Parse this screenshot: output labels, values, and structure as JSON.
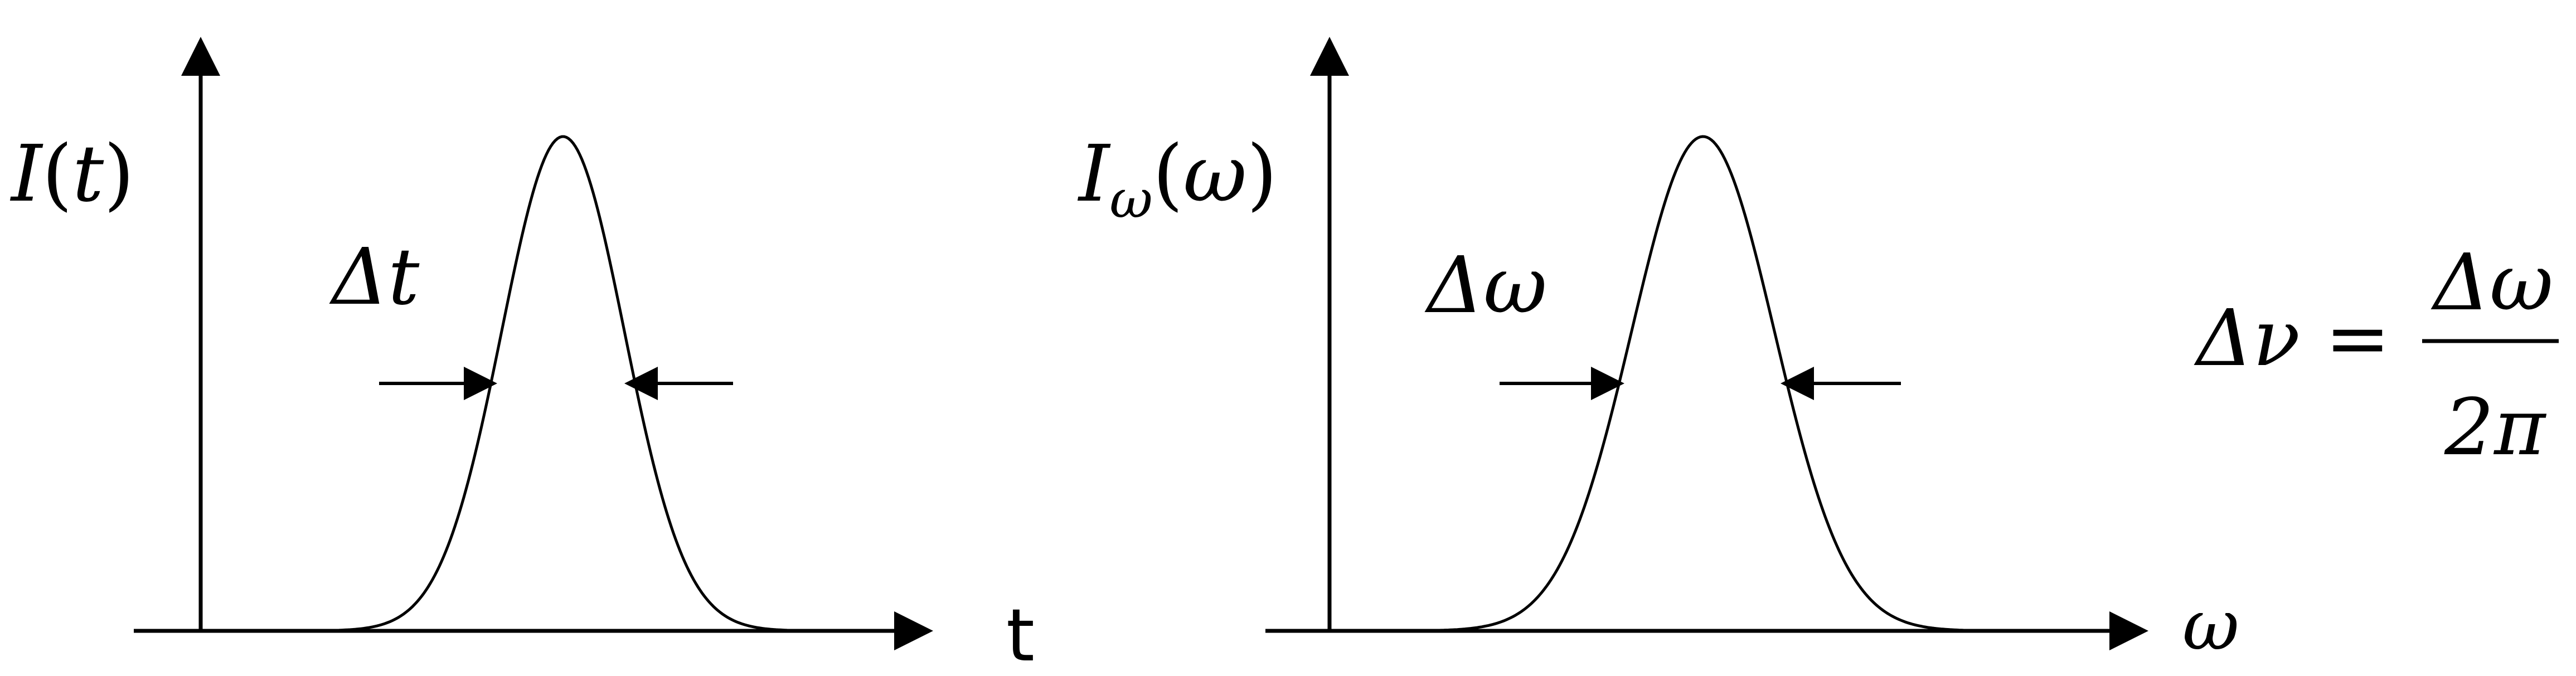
{
  "panels": [
    {
      "y_label": {
        "main": "I",
        "sub": "",
        "arg": "t"
      },
      "x_label": "t",
      "width_label": "Δt"
    },
    {
      "y_label": {
        "main": "I",
        "sub": "ω",
        "arg": "ω"
      },
      "x_label": "ω",
      "width_label": "Δω"
    }
  ],
  "equation": {
    "lhs": "Δν =",
    "numerator": "Δω",
    "denominator": "2π"
  }
}
